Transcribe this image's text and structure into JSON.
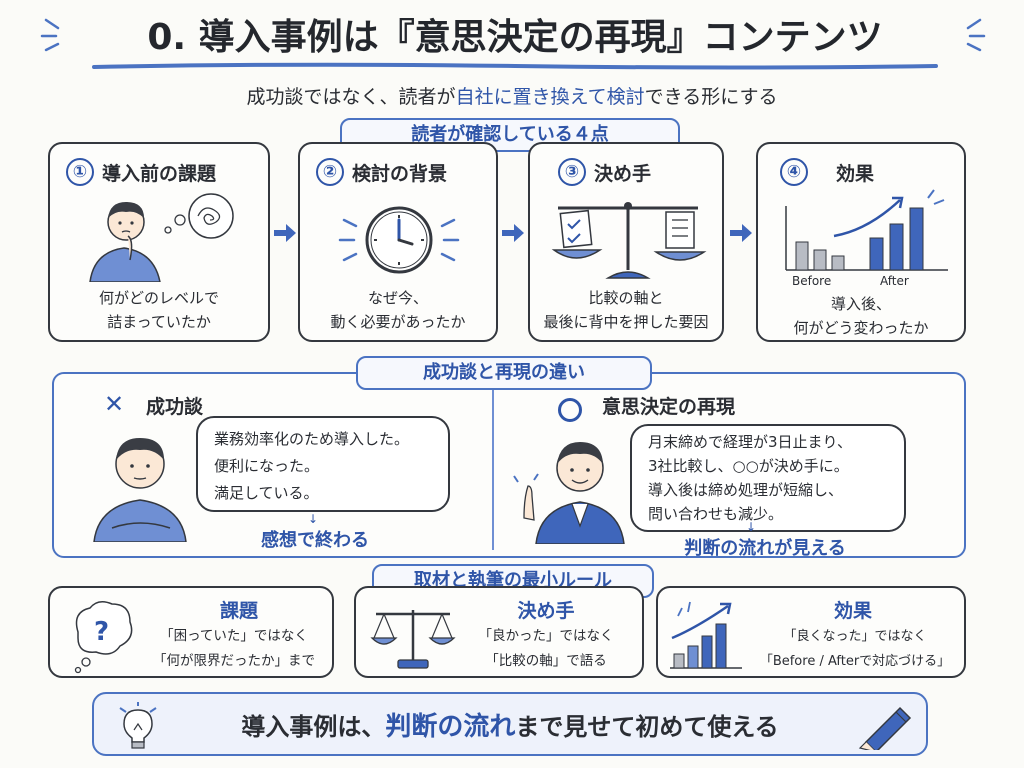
{
  "title": "0. 導入事例は『意思決定の再現』コンテンツ",
  "subtitle": {
    "pre": "成功談ではなく、読者が",
    "hl1": "自社に置き換えて",
    "hl2": "検討",
    "post": "できる形にする"
  },
  "section1": {
    "label": "読者が確認している４点",
    "steps": [
      {
        "num": "①",
        "title": "導入前の課題",
        "caption": [
          "何がどのレベルで",
          "詰まっていたか"
        ]
      },
      {
        "num": "②",
        "title": "検討の背景",
        "caption": [
          "なぜ今、",
          "動く必要があったか"
        ]
      },
      {
        "num": "③",
        "title": "決め手",
        "caption": [
          "比較の軸と",
          "最後に背中を押した要因"
        ]
      },
      {
        "num": "④",
        "title": "効果",
        "caption": [
          "導入後、",
          "何がどう変わったか"
        ]
      }
    ],
    "chart": {
      "before_label": "Before",
      "after_label": "After"
    }
  },
  "section2": {
    "label": "成功談と再現の違い",
    "left": {
      "mark": "✕",
      "title": "成功談",
      "bubble": [
        "業務効率化のため導入した。",
        "便利になった。",
        "満足している。"
      ],
      "result": "感想で終わる"
    },
    "right": {
      "mark": "○",
      "title": "意思決定の再現",
      "bubble": [
        "月末締めで経理が3日止まり、",
        "3社比較し、○○が決め手に。",
        "導入後は締め処理が短縮し、",
        "問い合わせも減少。"
      ],
      "result": "判断の流れが見える"
    }
  },
  "section3": {
    "label": "取材と執筆の最小ルール",
    "rules": [
      {
        "title": "課題",
        "lines": [
          "「困っていた」ではなく",
          "「何が限界だったか」まで"
        ]
      },
      {
        "title": "決め手",
        "lines": [
          "「良かった」ではなく",
          "「比較の軸」で語る"
        ]
      },
      {
        "title": "効果",
        "lines": [
          "「良くなった」ではなく",
          "「Before / Afterで対応づける」"
        ]
      }
    ]
  },
  "footer": {
    "pre": "導入事例は、",
    "hl": "判断の流れ",
    "post": "まで見せて初めて使える"
  },
  "colors": {
    "accent": "#2f55a8",
    "accent_light": "#4b73c2",
    "ink": "#2a2d33",
    "bar_gray": "#b8bcc4",
    "bar_blue": "#3f66bb"
  }
}
